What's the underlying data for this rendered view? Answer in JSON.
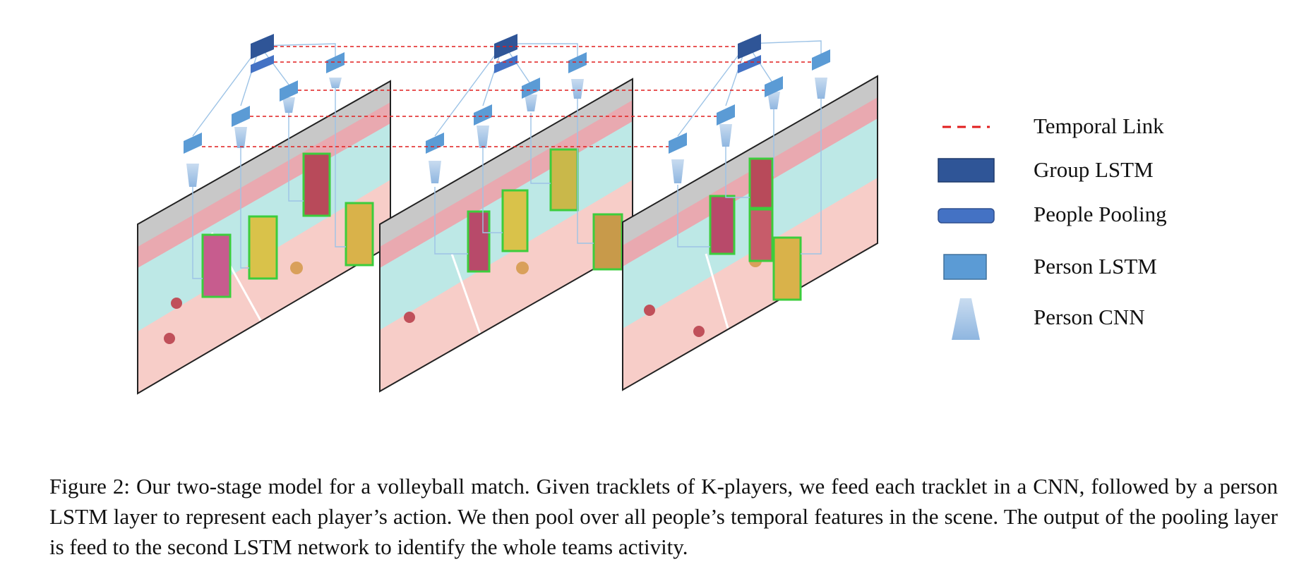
{
  "figure": {
    "legend": [
      {
        "key": "temporal_link",
        "label": "Temporal Link",
        "color": "#e11d1d"
      },
      {
        "key": "group_lstm",
        "label": "Group LSTM",
        "color": "#2f5597"
      },
      {
        "key": "people_pooling",
        "label": "People Pooling",
        "color": "#4472c4"
      },
      {
        "key": "person_lstm",
        "label": "Person LSTM",
        "color": "#5b9bd5"
      },
      {
        "key": "person_cnn",
        "label": "Person CNN",
        "color": "#9dc3e6"
      }
    ],
    "frames": 3,
    "colors": {
      "court_floor": "#f6c9c4",
      "court_band": "#bfe6e6",
      "stands": "#c9c9c9",
      "player_box": "#3ccd3c",
      "connector": "#9dc3e6"
    }
  },
  "caption": {
    "label": "Figure 2:",
    "text": "Our two-stage model for a volleyball match. Given tracklets of K-players, we feed each tracklet in a CNN, followed by a person LSTM layer to represent each player’s action. We then pool over all people’s temporal features in the scene. The output of the pooling layer is feed to the second LSTM network to identify the whole teams activity."
  }
}
